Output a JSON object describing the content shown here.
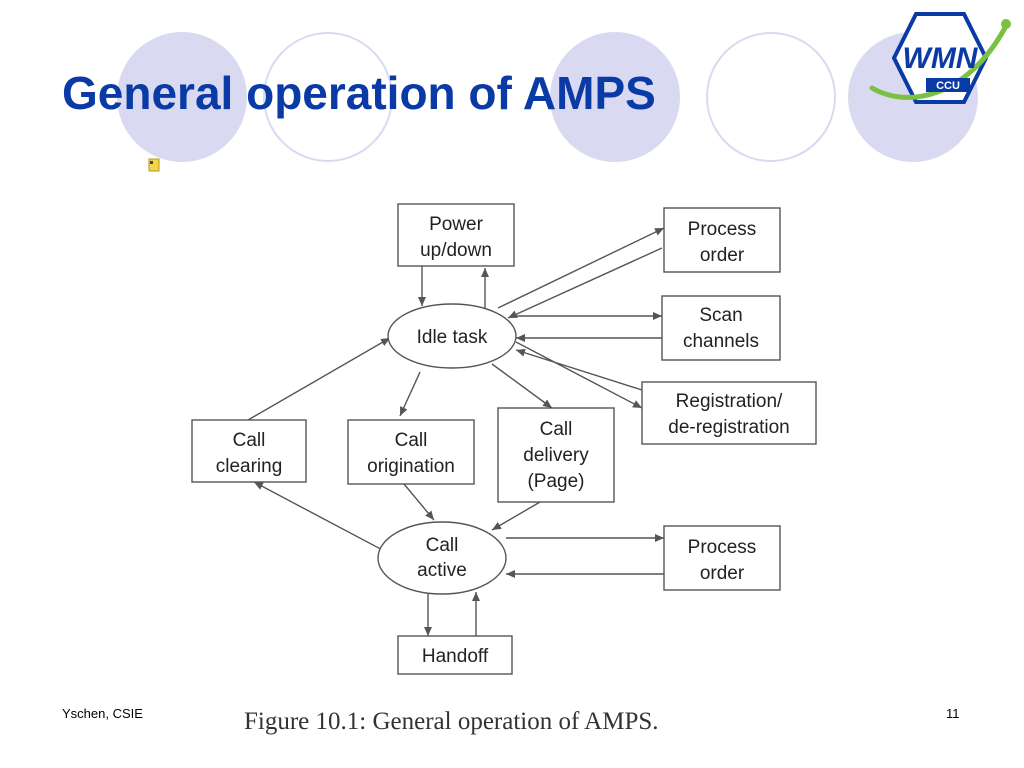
{
  "slide": {
    "title": "General operation of AMPS",
    "caption": "Figure 10.1: General operation of AMPS.",
    "footer_left": "Yschen, CSIE",
    "page_number": "11",
    "logo": {
      "text": "WMN",
      "subtext": "CCU",
      "color": "#0a3aa6",
      "accent": "#7ac143"
    }
  },
  "diagram": {
    "nodes": {
      "power": [
        "Power",
        "up/down"
      ],
      "process_top": [
        "Process",
        "order"
      ],
      "scan": [
        "Scan",
        "channels"
      ],
      "idle": [
        "Idle task"
      ],
      "registration": [
        "Registration/",
        "de-registration"
      ],
      "clearing": [
        "Call",
        "clearing"
      ],
      "origination": [
        "Call",
        "origination"
      ],
      "delivery": [
        "Call",
        "delivery",
        "(Page)"
      ],
      "active": [
        "Call",
        "active"
      ],
      "process_bottom": [
        "Process",
        "order"
      ],
      "handoff": [
        "Handoff"
      ]
    }
  },
  "colors": {
    "title": "#0a3aa6",
    "decor": "#d9d9f1"
  }
}
